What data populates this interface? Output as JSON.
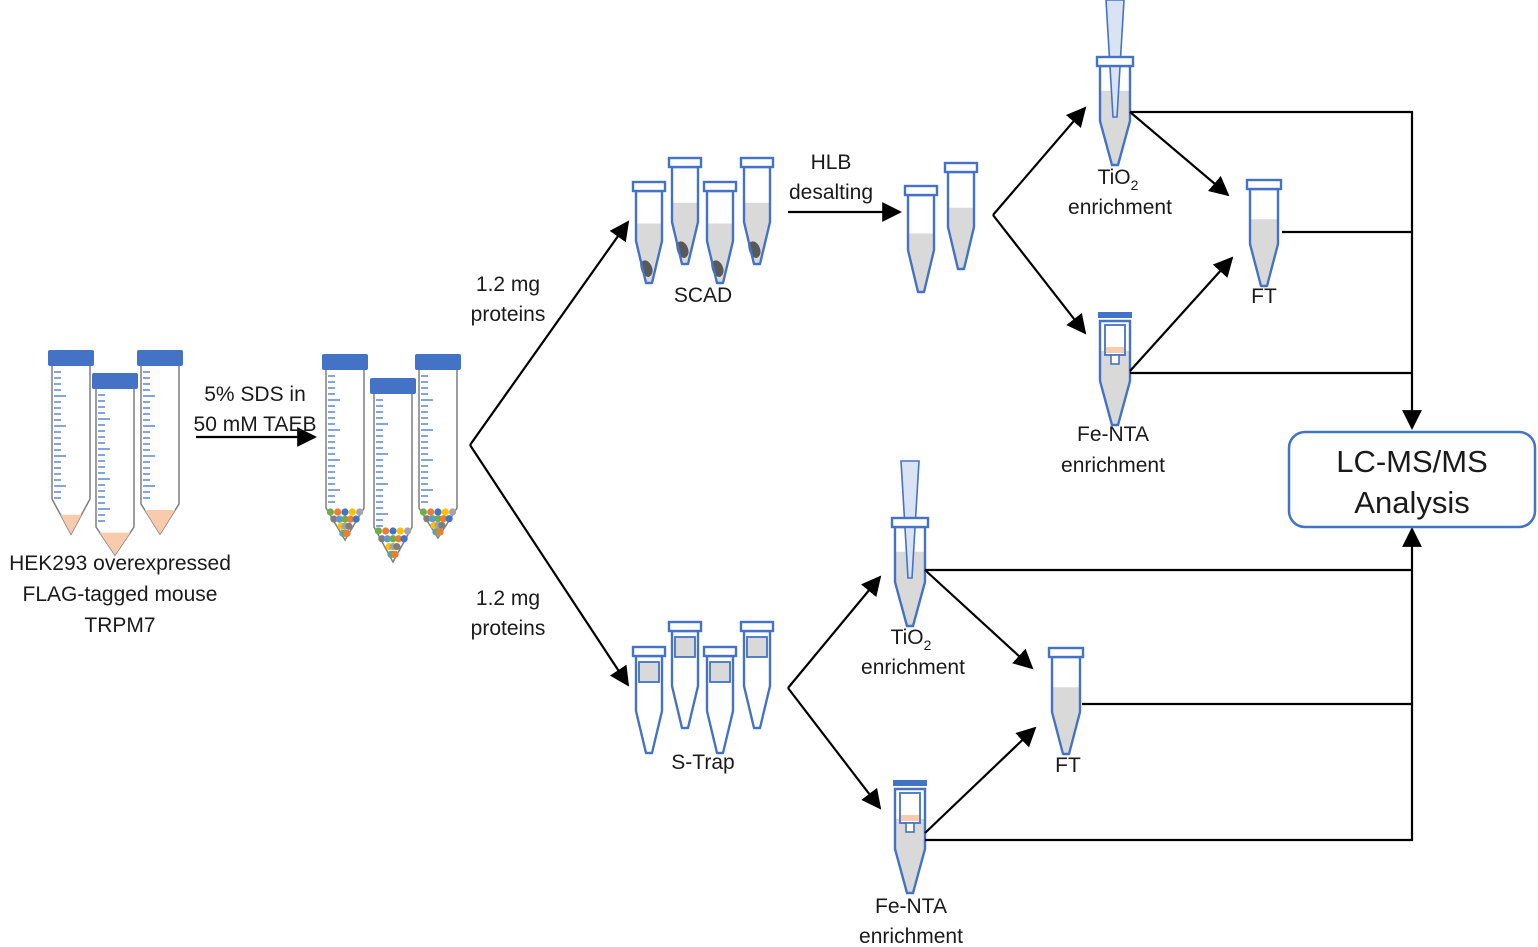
{
  "colors": {
    "tube_outline": "#4472c4",
    "falcon_cap": "#4472c4",
    "cell_pellet": "#f8cbad",
    "liquid": "#d9d9d9",
    "resin_pellet": "#595959",
    "arrows": "#000000",
    "box_border": "#4472c4"
  },
  "source": {
    "label_lines": [
      "HEK293 overexpressed",
      "FLAG-tagged mouse",
      "TRPM7"
    ]
  },
  "lysis_step": {
    "label_lines": [
      "5% SDS in",
      "50 mM TAEB"
    ]
  },
  "branches": {
    "top_amount_lines": [
      "1.2 mg",
      "proteins"
    ],
    "bottom_amount_lines": [
      "1.2 mg",
      "proteins"
    ]
  },
  "scad": {
    "label": "SCAD",
    "desalting_lines": [
      "HLB",
      "desalting"
    ]
  },
  "strap": {
    "label": "S-Trap"
  },
  "enrichment": {
    "tio2_prefix": "TiO",
    "tio2_subscript": "2",
    "enrichment_word": "enrichment",
    "fenta_label": "Fe-NTA",
    "ft_label": "FT"
  },
  "analysis": {
    "label_lines": [
      "LC-MS/MS",
      "Analysis"
    ]
  },
  "icons": [
    "falcon-tube-icon",
    "eppendorf-tube-icon",
    "spin-column-icon",
    "pipette-tip-icon",
    "arrow-icon"
  ]
}
